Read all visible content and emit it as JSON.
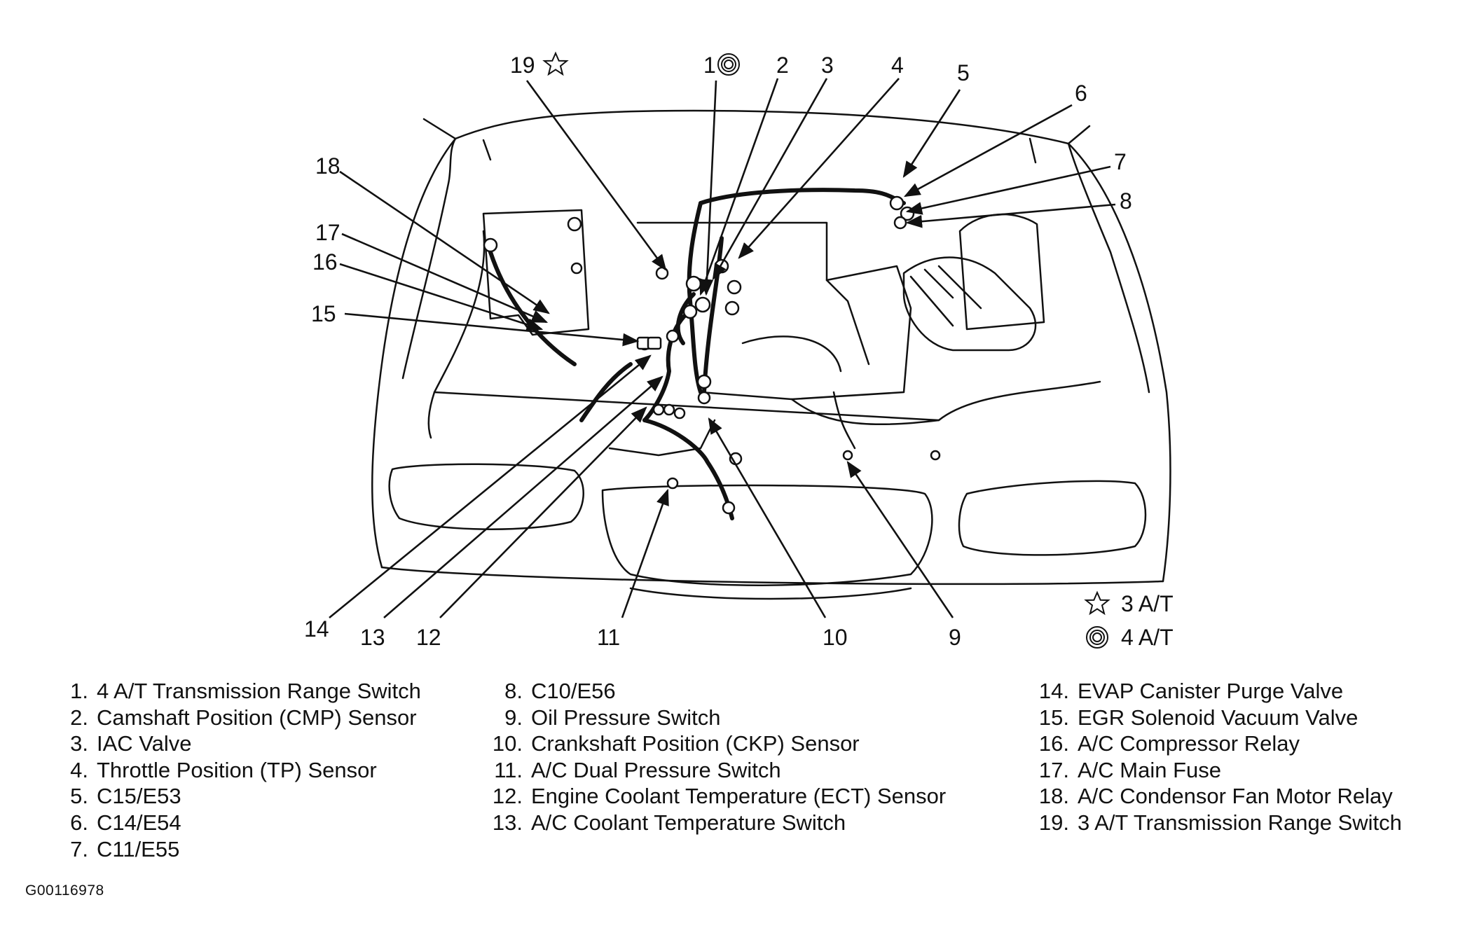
{
  "callouts": [
    {
      "num": "1"
    },
    {
      "num": "2"
    },
    {
      "num": "3"
    },
    {
      "num": "4"
    },
    {
      "num": "5"
    },
    {
      "num": "6"
    },
    {
      "num": "7"
    },
    {
      "num": "8"
    },
    {
      "num": "9"
    },
    {
      "num": "10"
    },
    {
      "num": "11"
    },
    {
      "num": "12"
    },
    {
      "num": "13"
    },
    {
      "num": "14"
    },
    {
      "num": "15"
    },
    {
      "num": "16"
    },
    {
      "num": "17"
    },
    {
      "num": "18"
    },
    {
      "num": "19"
    }
  ],
  "symbol_key": [
    {
      "symbol": "star",
      "label": "3 A/T"
    },
    {
      "symbol": "double-circle",
      "label": "4 A/T"
    }
  ],
  "legend": {
    "col1": [
      {
        "num": "1.",
        "text": "4 A/T Transmission Range Switch"
      },
      {
        "num": "2.",
        "text": "Camshaft Position (CMP) Sensor"
      },
      {
        "num": "3.",
        "text": "IAC Valve"
      },
      {
        "num": "4.",
        "text": "Throttle Position (TP) Sensor"
      },
      {
        "num": "5.",
        "text": "C15/E53"
      },
      {
        "num": "6.",
        "text": "C14/E54"
      },
      {
        "num": "7.",
        "text": "C11/E55"
      }
    ],
    "col2": [
      {
        "num": "8.",
        "text": "C10/E56"
      },
      {
        "num": "9.",
        "text": "Oil Pressure Switch"
      },
      {
        "num": "10.",
        "text": "Crankshaft Position (CKP) Sensor"
      },
      {
        "num": "11.",
        "text": "A/C Dual Pressure Switch"
      },
      {
        "num": "12.",
        "text": "Engine Coolant Temperature (ECT) Sensor"
      },
      {
        "num": "13.",
        "text": "A/C Coolant Temperature Switch"
      }
    ],
    "col3": [
      {
        "num": "14.",
        "text": "EVAP Canister Purge Valve"
      },
      {
        "num": "15.",
        "text": "EGR Solenoid Vacuum Valve"
      },
      {
        "num": "16.",
        "text": "A/C Compressor Relay"
      },
      {
        "num": "17.",
        "text": "A/C Main Fuse"
      },
      {
        "num": "18.",
        "text": "A/C Condensor Fan Motor Relay"
      },
      {
        "num": "19.",
        "text": "3 A/T Transmission Range Switch"
      }
    ]
  },
  "figure_id": "G00116978"
}
